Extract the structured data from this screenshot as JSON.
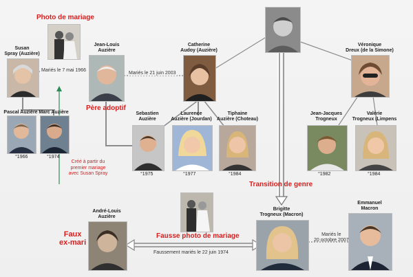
{
  "people": {
    "susan": {
      "name": "Susan",
      "name2": "Spray (Auzière)"
    },
    "jean_louis": {
      "name": "Jean-Louis",
      "name2": "Auzière"
    },
    "catherine": {
      "name": "Catherine",
      "name2": "Audoy (Auzière)"
    },
    "veronique": {
      "name": "Véronique",
      "name2": "Dreux (de la Simone)"
    },
    "pascal": {
      "name": "Pascal Auzière",
      "year": "°1966"
    },
    "marc": {
      "name": "Marc Auzière",
      "year": "°1974"
    },
    "sebastien": {
      "name": "Sebastien",
      "name2": "Auzière",
      "year": "°1975"
    },
    "laurence": {
      "name": "Laurence",
      "name2": "Auzière (Jourdan)",
      "year": "°1977"
    },
    "tiphaine": {
      "name": "Tiphaine",
      "name2": "Auzière (Choteau)",
      "year": "°1984"
    },
    "jean_jacques": {
      "name": "Jean-Jacques",
      "name2": "Trogneux",
      "year": "°1982"
    },
    "valerie": {
      "name": "Valérie",
      "name2": "Trogneux (Limpens",
      "year": "°1984"
    },
    "andre_louis": {
      "name": "André-Louis",
      "name2": "Auzière"
    },
    "brigitte": {
      "name": "Brigitte",
      "name2": "Trogneux (Macron)"
    },
    "emmanuel": {
      "name": "Emmanuel",
      "name2": "Macron"
    }
  },
  "notes": {
    "married_1966": "Mariés le 7 mai 1966",
    "married_2003": "Mariés le 21 juin 2003",
    "married_2007_l1": "Mariés le",
    "married_2007_l2": "20 octobre 2007",
    "fake_married_1974": "Faussement mariés le 22 juin 1974"
  },
  "annotations": {
    "photo_mariage": "Photo de mariage",
    "pere_adoptif": "Père adoptif",
    "transition": "Transition de genre",
    "cree_l1": "Créé à partir du",
    "cree_l2": "premier mariage",
    "cree_l3": "avec Susan Spray",
    "faux_l1": "Faux",
    "faux_l2": "ex-mari",
    "fausse_photo": "Fausse photo de mariage"
  },
  "colors": {
    "accent_red": "#d51f1f",
    "line_gray": "#8c8c8c"
  }
}
